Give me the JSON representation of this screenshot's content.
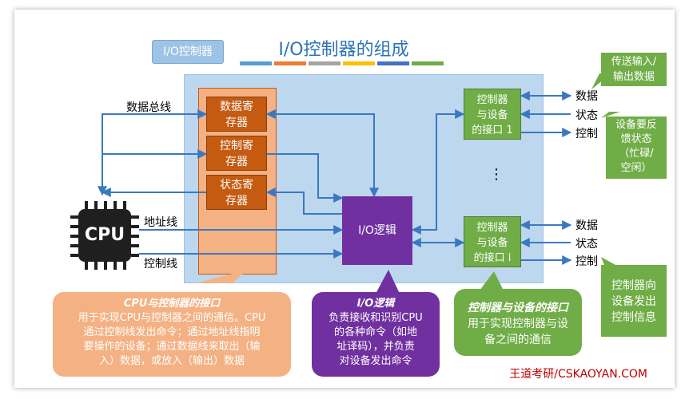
{
  "title": "I/O控制器的组成",
  "tag": "I/O控制器",
  "color_bar": [
    "#5b9bd5",
    "#ed7d31",
    "#a5a5a5",
    "#ffc000",
    "#4472c4",
    "#70ad47"
  ],
  "registers": [
    "数据寄存器",
    "控制寄存器",
    "状态寄存器"
  ],
  "register_lines": [
    [
      "数据寄",
      "存器"
    ],
    [
      "控制寄",
      "存器"
    ],
    [
      "状态寄",
      "存器"
    ]
  ],
  "io_logic": "I/O逻辑",
  "ports": [
    {
      "lines": [
        "控制器",
        "与设备",
        "的接口 1"
      ]
    },
    {
      "lines": [
        "控制器",
        "与设备",
        "的接口 i"
      ]
    }
  ],
  "ellipsis": "⋮",
  "cpu_label": "CPU",
  "bus_labels": {
    "data": "数据总线",
    "address": "地址线",
    "control": "控制线"
  },
  "device_signals": {
    "data": "数据",
    "status": "状态",
    "control": "控制"
  },
  "callouts": {
    "transfer": "传送输入/输出数据",
    "transfer_lines": [
      "传送输入/",
      "输出数据"
    ],
    "feedback_lines": [
      "设备要反",
      "馈状态",
      "（忙碌/",
      "空闲）"
    ],
    "control_info_lines": [
      "控制器向",
      "设备发出",
      "控制信息"
    ],
    "cpu_interface": {
      "heading": "CPU与控制器的接口",
      "body_lines": [
        "用于实现CPU与控制器之间的通信。CPU",
        "通过控制线发出命令；通过地址线指明",
        "要操作的设备；通过数据线来取出（输",
        "入）数据，或放入（输出）数据"
      ]
    },
    "io_logic": {
      "heading": "I/O逻辑",
      "body_lines": [
        "负责接收和识别CPU",
        "的各种命令（如地",
        "址译码），并负责",
        "对设备发出命令"
      ]
    },
    "device_interface": {
      "heading": "控制器与设备的接口",
      "body_lines": [
        "用于实现控制器与设",
        "备之间的通信"
      ]
    }
  },
  "watermark": "王道考研/CSKAOYAN.COM"
}
